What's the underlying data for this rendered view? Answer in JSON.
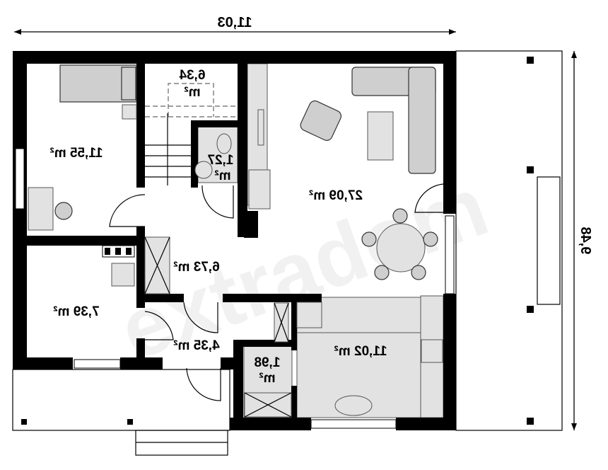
{
  "title": "Ground floor plan (mirrored)",
  "dimensions": {
    "width": "11,03",
    "depth": "9,48"
  },
  "rooms": [
    {
      "id": "bedroom",
      "area": "11,55 m²"
    },
    {
      "id": "staircase",
      "area": "6,34",
      "unit": "m²"
    },
    {
      "id": "wc",
      "area": "1,27",
      "unit": "m²"
    },
    {
      "id": "living-room",
      "area": "27,09 m²"
    },
    {
      "id": "hall",
      "area": "6,73 m²"
    },
    {
      "id": "boiler-room",
      "area": "7,39 m²"
    },
    {
      "id": "vestibule",
      "area": "4,35 m²"
    },
    {
      "id": "pantry",
      "area": "1,98",
      "unit": "m²"
    },
    {
      "id": "kitchen",
      "area": "11,02 m²"
    }
  ],
  "watermark": "extradom",
  "colors": {
    "wall": "#000000",
    "fixture": "#e2e2e2",
    "furniture": "#cfcfcf"
  }
}
